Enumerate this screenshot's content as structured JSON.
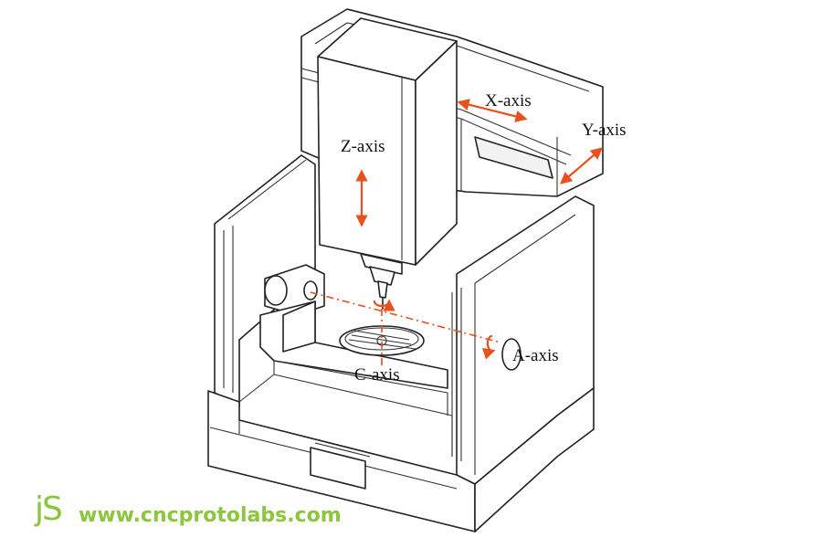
{
  "diagram": {
    "labels": {
      "x_axis": "X-axis",
      "y_axis": "Y-axis",
      "z_axis": "Z-axis",
      "a_axis": "A-axis",
      "c_axis": "C-axis"
    },
    "colors": {
      "axis_arrow": "#e8501e",
      "line": "#222222",
      "brand": "#8cc63e"
    }
  },
  "brand": {
    "logo": "jS",
    "url": "www.cncprotolabs.com"
  }
}
